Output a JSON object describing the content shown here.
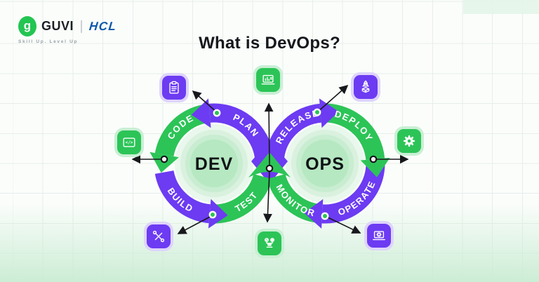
{
  "header": {
    "brand": "GUVI",
    "brand_glyph": "g",
    "partner": "HCL",
    "tagline": "Skill Up. Level Up"
  },
  "title": "What is DevOps?",
  "diagram": {
    "left_center_label": "DEV",
    "right_center_label": "OPS",
    "stages": {
      "plan": "PLAN",
      "code": "CODE",
      "build": "BUILD",
      "test": "TEST",
      "release": "RELEASE",
      "deploy": "DEPLOY",
      "operate": "OPERATE",
      "monitor": "MONITOR"
    },
    "code_icon_glyph": "</>",
    "colors": {
      "loop_green": "#2CC457",
      "loop_purple": "#6C3BF2",
      "brand_green": "#23C552",
      "hcl_blue": "#0D57A8",
      "center_fill_greens": [
        "#e9f7ec",
        "#d9f1de",
        "#c8edd1",
        "#b6e8c2"
      ]
    },
    "icons": [
      "clipboard",
      "laptop-chart",
      "rocket-box",
      "code-window",
      "gear",
      "tools",
      "monitor-check",
      "laptop-gear"
    ]
  }
}
